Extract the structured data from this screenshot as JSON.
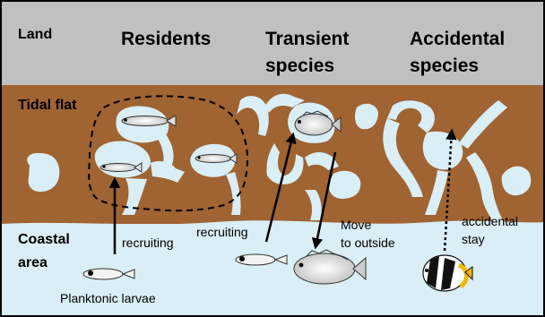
{
  "zones": {
    "land": "Land",
    "tidal_flat": "Tidal flat",
    "coastal_line1": "Coastal",
    "coastal_line2": "area"
  },
  "categories": {
    "residents": "Residents",
    "transient_line1": "Transient",
    "transient_line2": "species",
    "accidental_line1": "Accidental",
    "accidental_line2": "species"
  },
  "annotations": {
    "recruiting_left": "recruiting",
    "recruiting_mid": "recruiting",
    "move_line1": "Move",
    "move_line2": "to outside",
    "accidental_line1": "accidental",
    "accidental_line2": "stay",
    "larvae": "Planktonic larvae"
  },
  "colors": {
    "land": "#c0c0c0",
    "tidal_flat": "#a06332",
    "water": "#d9eef5",
    "frame": "#000000",
    "butterflyfish_accent": "#f0b800"
  }
}
